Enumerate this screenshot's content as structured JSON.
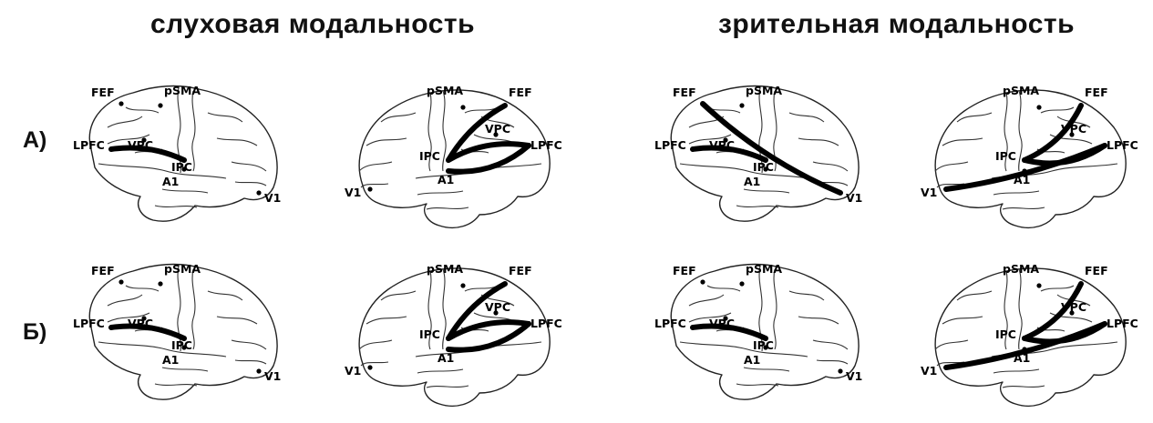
{
  "headings": {
    "auditory": "слуховая модальность",
    "visual": "зрительная модальность"
  },
  "rows": {
    "a": "А)",
    "b": "Б)"
  },
  "regions": {
    "FEF": "FEF",
    "pSMA": "pSMA",
    "LPFC": "LPFC",
    "VPC": "VPC",
    "IPC": "IPC",
    "A1": "A1",
    "V1": "V1"
  },
  "connections": {
    "auditory_A_left": [
      [
        "LPFC",
        "IPC"
      ]
    ],
    "auditory_A_right": [
      [
        "FEF",
        "IPC"
      ],
      [
        "IPC",
        "LPFC"
      ],
      [
        "A1",
        "LPFC"
      ]
    ],
    "visual_A_left": [
      [
        "LPFC",
        "IPC"
      ],
      [
        "FEF",
        "V1"
      ]
    ],
    "visual_A_right": [
      [
        "V1",
        "LPFC"
      ],
      [
        "FEF",
        "IPC"
      ],
      [
        "IPC",
        "LPFC"
      ]
    ],
    "auditory_B_left": [
      [
        "LPFC",
        "IPC"
      ]
    ],
    "auditory_B_right": [
      [
        "FEF",
        "IPC"
      ],
      [
        "IPC",
        "LPFC"
      ],
      [
        "A1",
        "LPFC"
      ]
    ],
    "visual_B_left": [
      [
        "LPFC",
        "IPC"
      ]
    ],
    "visual_B_right": [
      [
        "V1",
        "LPFC"
      ],
      [
        "FEF",
        "IPC"
      ],
      [
        "IPC",
        "LPFC"
      ]
    ]
  }
}
